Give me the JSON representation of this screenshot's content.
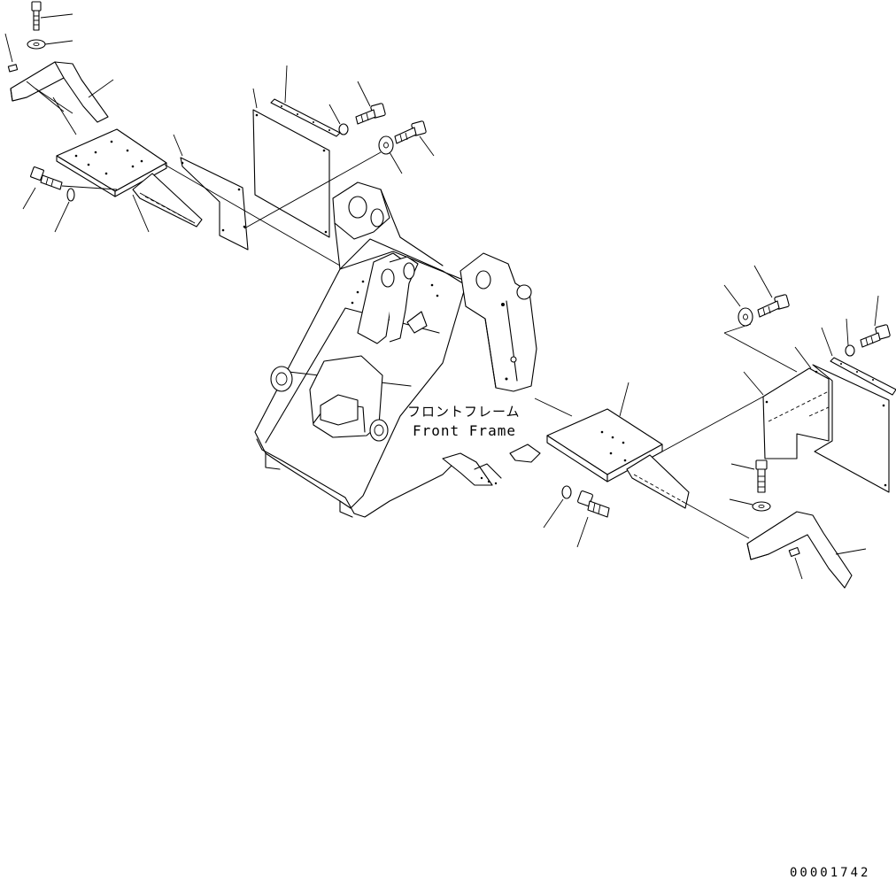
{
  "part": {
    "name_jp": "フロントフレーム",
    "name_en": "Front Frame"
  },
  "drawing_number": "00001742"
}
